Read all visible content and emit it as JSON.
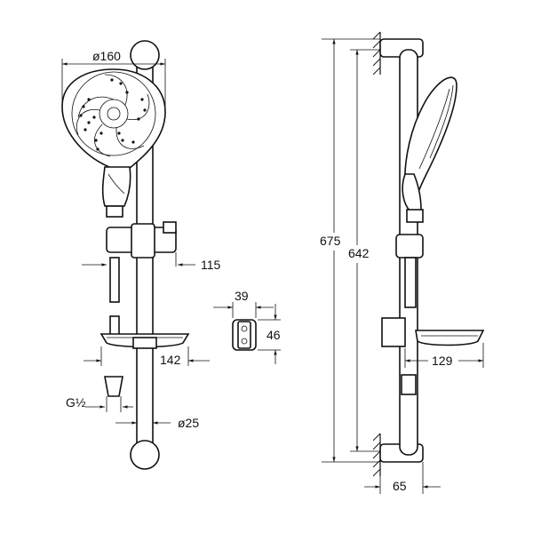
{
  "drawing": {
    "front_view": {
      "dim_head_diameter": "ø160",
      "dim_slider_offset": "115",
      "dim_soap_dish": "142",
      "dim_thread": "G½",
      "dim_rail_diameter": "ø25"
    },
    "bracket_detail": {
      "dim_width": "39",
      "dim_height": "46"
    },
    "side_view": {
      "dim_total_height": "675",
      "dim_mount_distance": "642",
      "dim_soap_dish_depth": "129",
      "dim_wall_offset": "65"
    }
  }
}
